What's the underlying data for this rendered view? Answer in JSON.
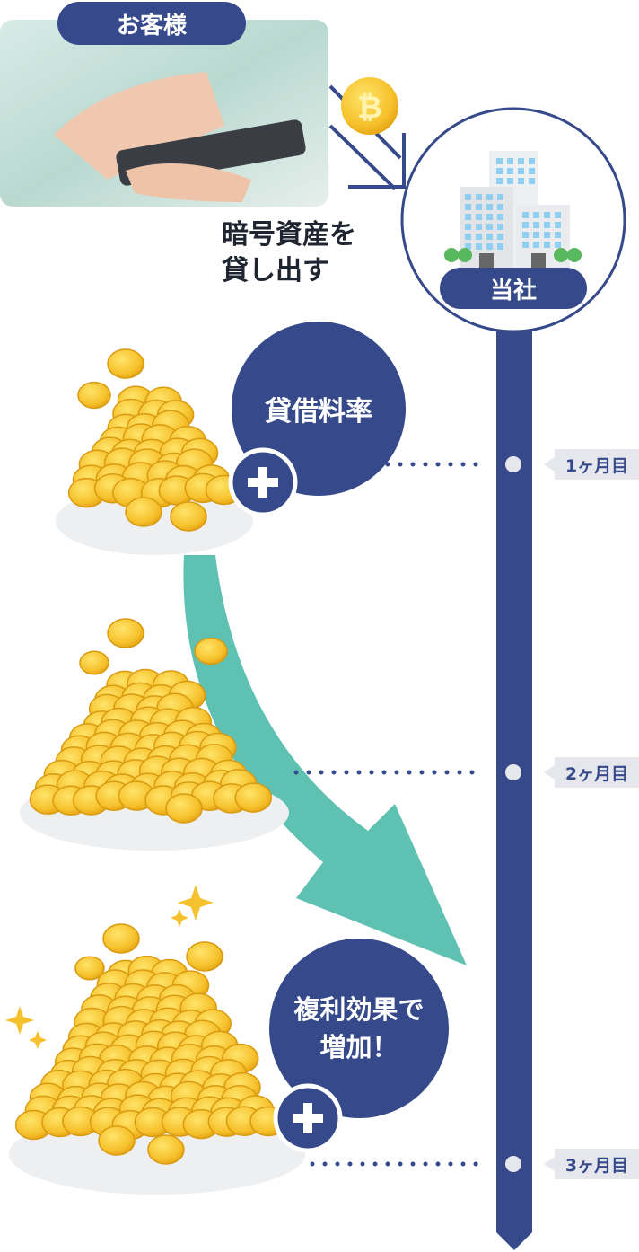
{
  "customer_label": "お客様",
  "lend_text_line1": "暗号資産を",
  "lend_text_line2": "貸し出す",
  "company_label": "当社",
  "rate_label": "貸借料率",
  "compound_line1": "複利効果で",
  "compound_line2": "増加！",
  "months": [
    "1ヶ月目",
    "2ヶ月目",
    "3ヶ月目"
  ],
  "colors": {
    "navy": "#364a8b",
    "teal": "#5fc1b2",
    "gold": "#f5c12e",
    "plate": "#eeeff1"
  }
}
